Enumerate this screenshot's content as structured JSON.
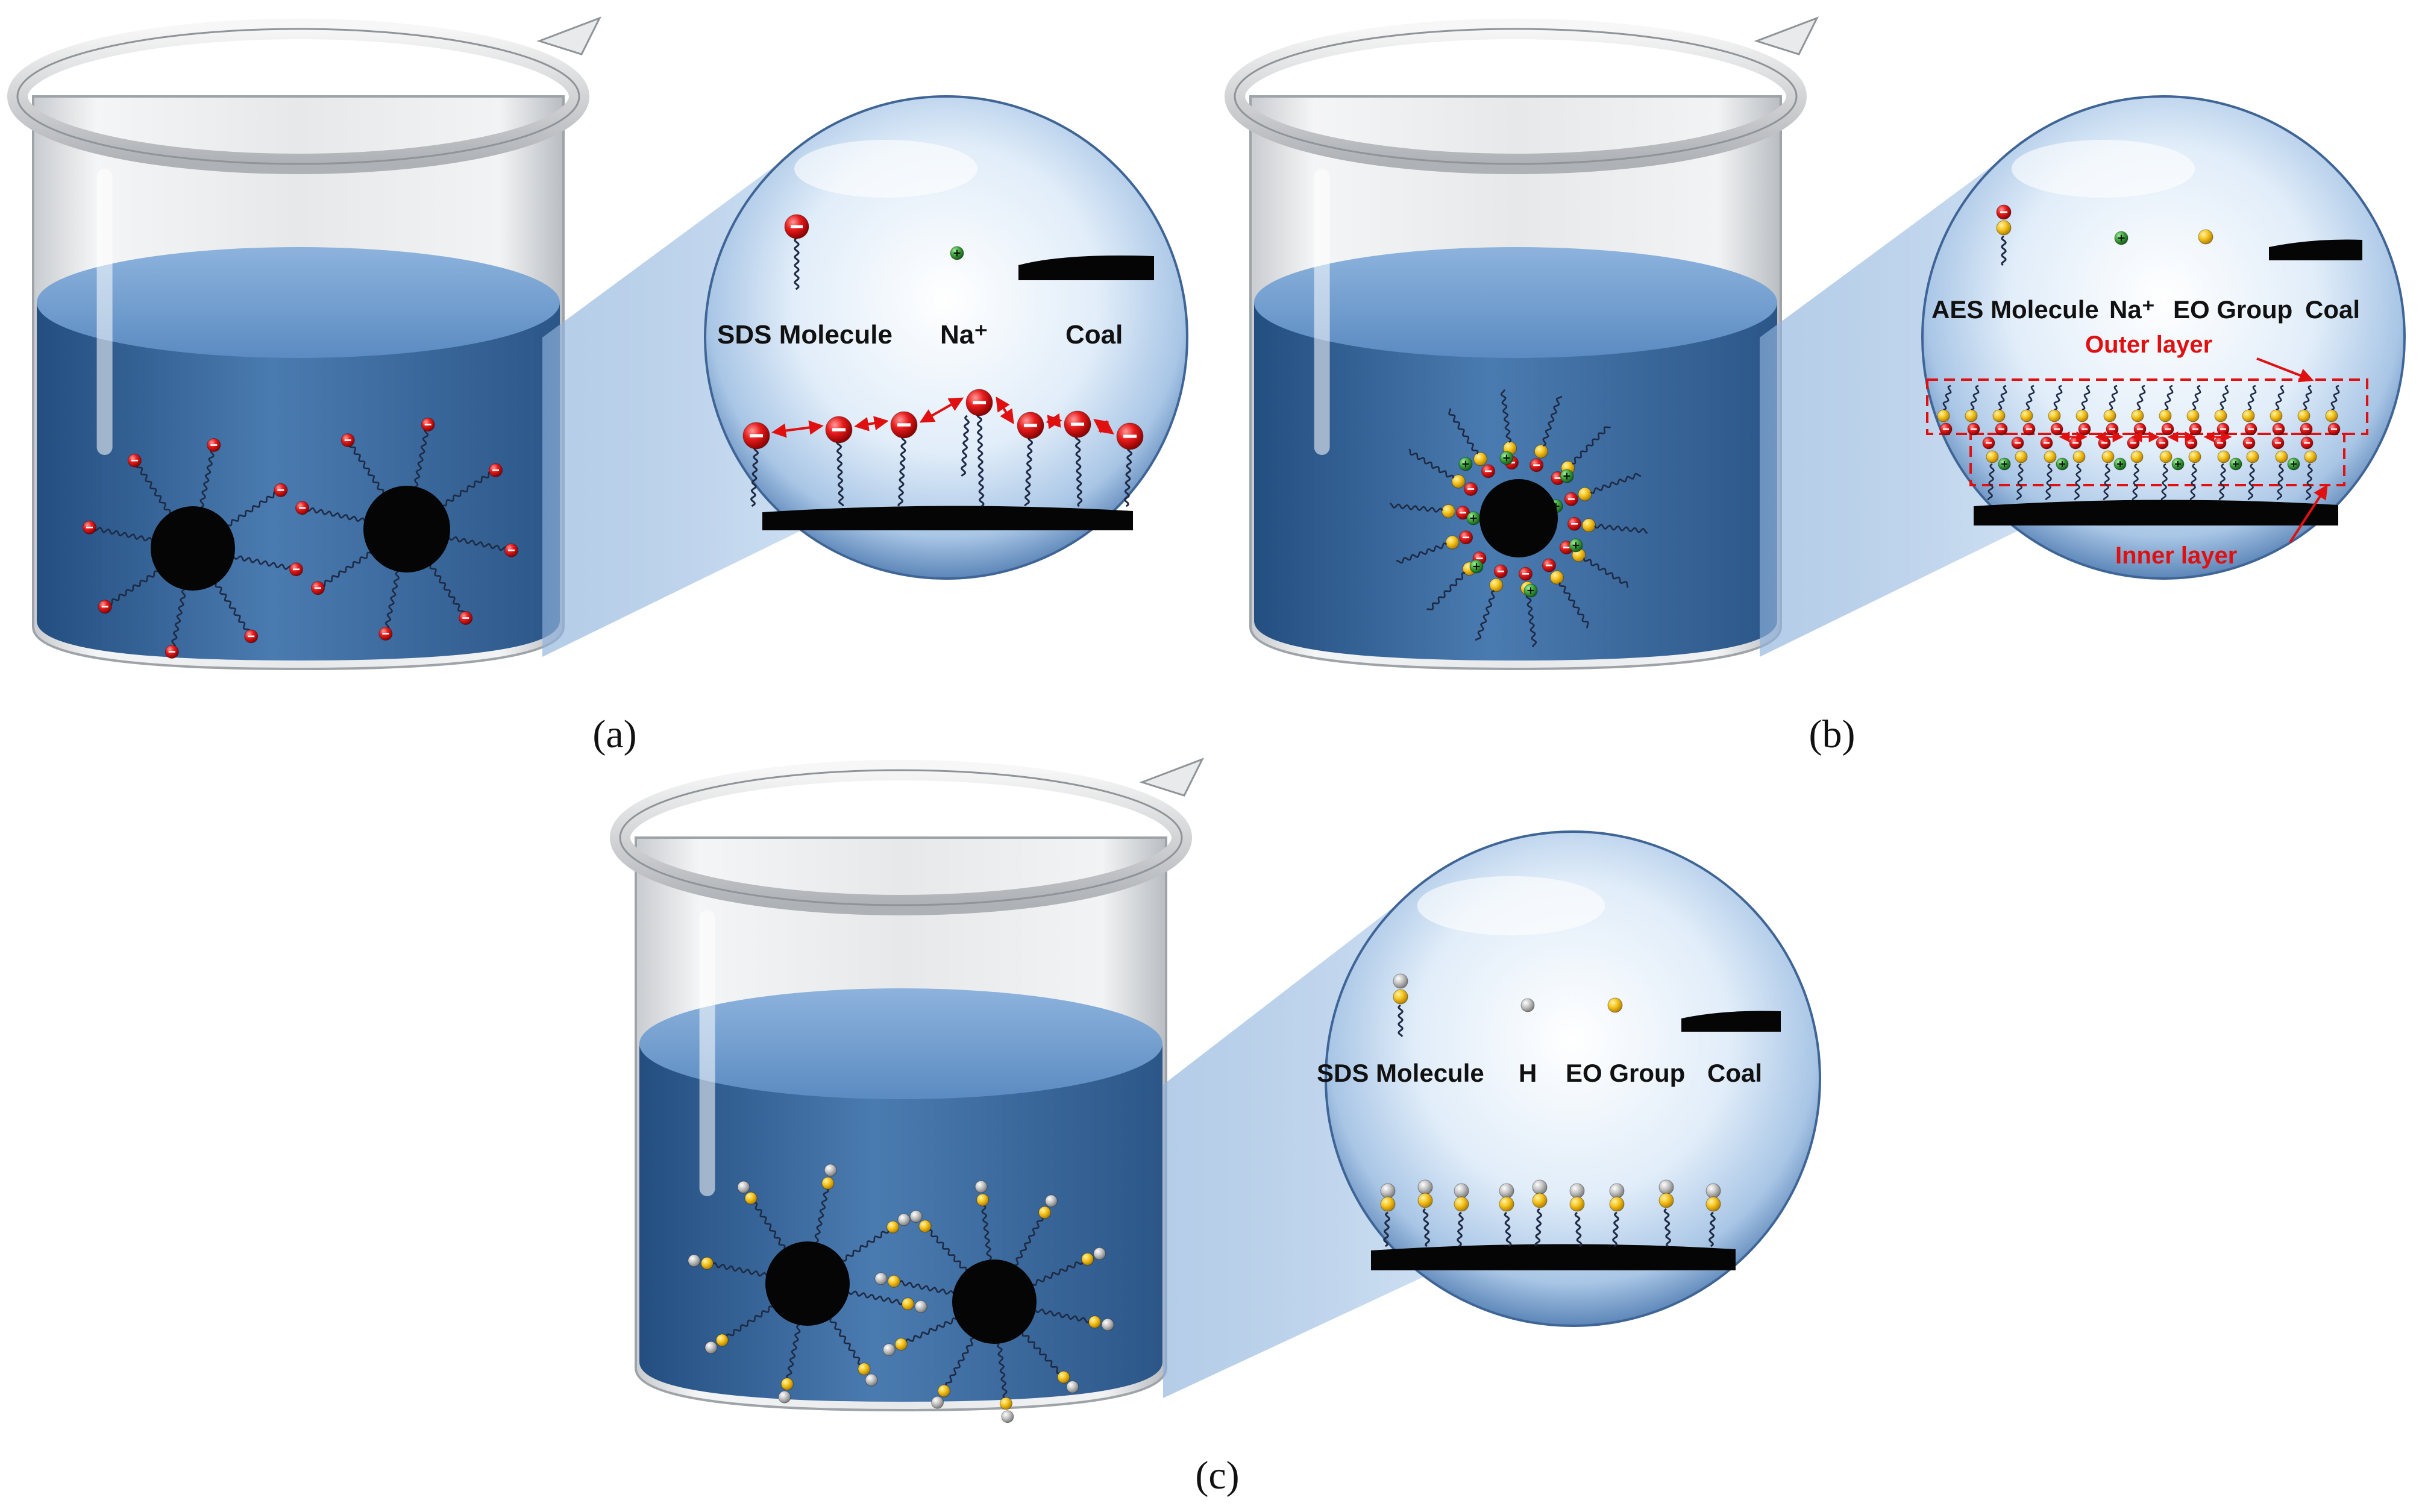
{
  "colors": {
    "water": "#3f6fa3",
    "coal": "#050505",
    "anion": "#e81c1c",
    "cation": "#3da63a",
    "eo_group": "#f5c21a",
    "hydrogen": "#b9b9b9",
    "layer_box": "#e01010"
  },
  "panels": [
    {
      "caption": "(a)",
      "legend": {
        "molecule": "SDS Molecule",
        "ion": "Na⁺",
        "coal": "Coal"
      }
    },
    {
      "caption": "(b)",
      "legend": {
        "molecule": "AES Molecule",
        "ion": "Na⁺",
        "group": "EO Group",
        "coal": "Coal"
      },
      "annotations": {
        "outer": "Outer layer",
        "inner": "Inner layer"
      }
    },
    {
      "caption": "(c)",
      "legend": {
        "molecule": "SDS Molecule",
        "ion": "H",
        "group": "EO Group",
        "coal": "Coal"
      }
    }
  ]
}
